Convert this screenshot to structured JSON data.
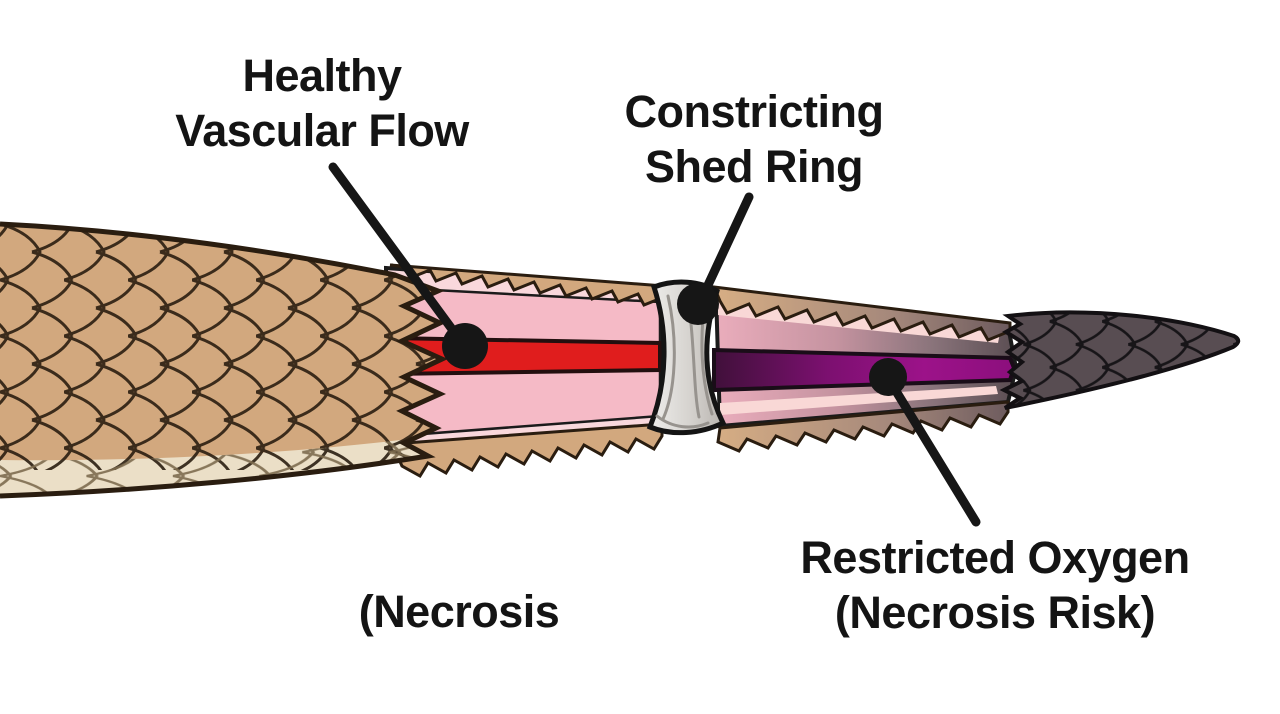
{
  "figure": {
    "description_labels": {
      "healthy": {
        "line1": "Healthy",
        "line2": "Vascular Flow"
      },
      "shed_ring": {
        "line1": "Constricting",
        "line2": "Shed Ring"
      },
      "restricted": {
        "line1": "Restricted Oxygen",
        "line2": "(Necrosis Risk)"
      },
      "necrosis_partial": {
        "line1": "(Necrosis"
      }
    },
    "colors": {
      "background": "#ffffff",
      "label_black": "#141414",
      "line_black": "#161616",
      "scale_tan": "#d2a87e",
      "scale_tan_shade": "#c2946c",
      "scale_outline": "#2a1d10",
      "belly_cream": "#ebdfc7",
      "tissue_pink": "#f5bac6",
      "tissue_pink_light": "#f9d8dc",
      "artery_red": "#e01d1d",
      "ring_gray_light": "#eeedeb",
      "ring_gray": "#d5d2ce",
      "ring_gray_shadow": "#b7b3ae",
      "necrotic_gray": "#5a4d52",
      "vessel_purple": "#8c0f7d",
      "vessel_purple_dark": "#40103a",
      "tail_dark": "#584d52"
    }
  }
}
